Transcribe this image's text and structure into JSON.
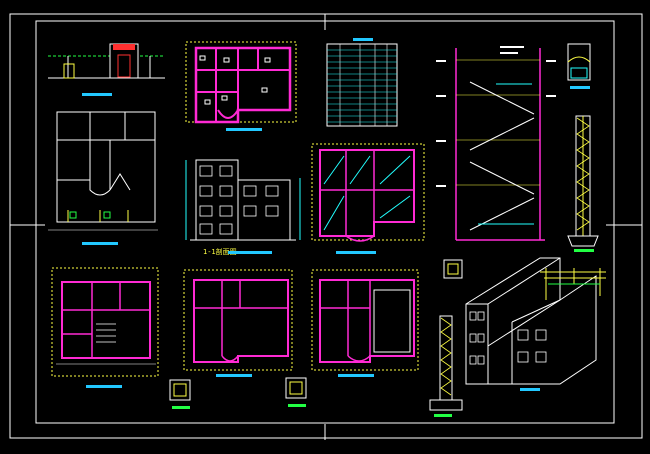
{
  "drawing": {
    "sheet_labels": [
      "1-1剖面图"
    ],
    "colors": {
      "background": "#000000",
      "frame": "#ffffff",
      "wall": "#ff2ad4",
      "line_white": "#ffffff",
      "line_yellow": "#ffff44",
      "line_cyan": "#22ffff",
      "line_green": "#22ff44",
      "line_red": "#ff3030",
      "title_bar": "#22c8ff"
    },
    "icons": [
      "crosshair-tick",
      "stair-symbol",
      "column-detail",
      "isometric-building"
    ]
  }
}
